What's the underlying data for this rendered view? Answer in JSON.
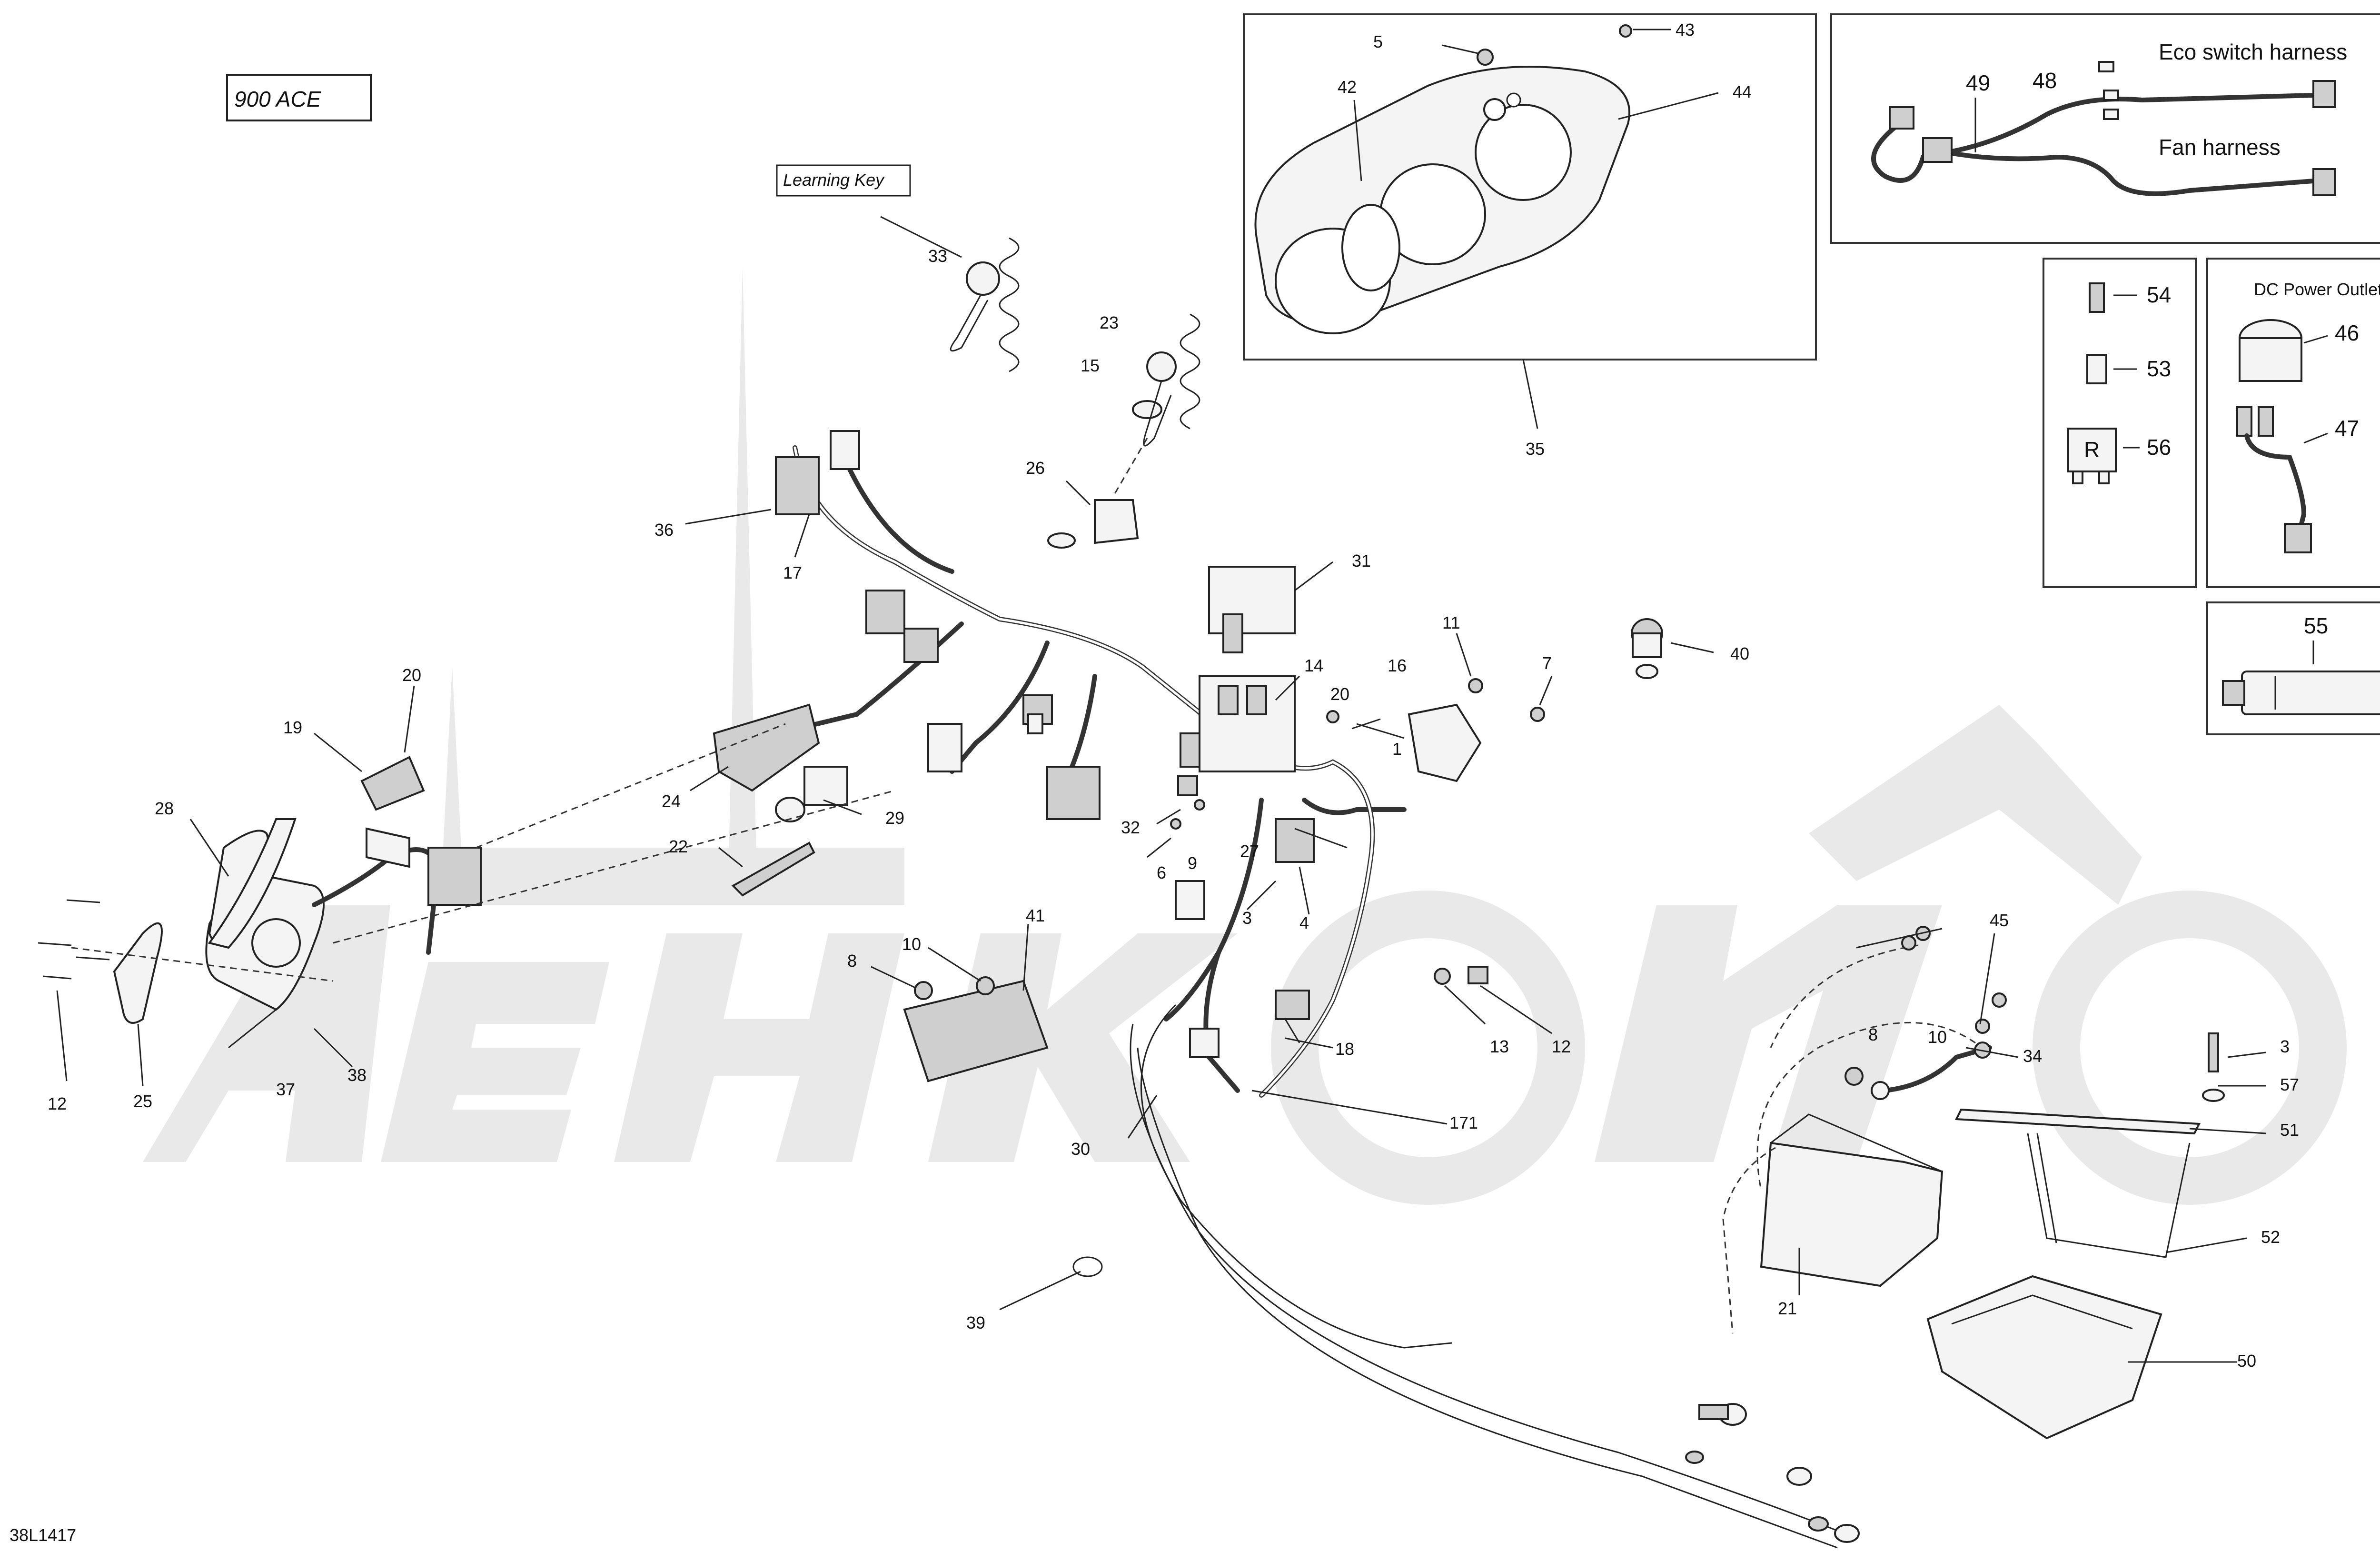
{
  "diagram": {
    "model_label": "900 ACE",
    "learning_key_label": "Learning Key",
    "drawing_number": "38L1417",
    "insets": {
      "gauge_ref": "35",
      "harness_eco": "Eco switch harness",
      "harness_fan": "Fan harness",
      "harness_ref_a": "49",
      "harness_ref_b": "48",
      "fuse_refs": [
        "54",
        "53",
        "56"
      ],
      "relay_letter": "R",
      "dc_title": "DC Power Outlet",
      "dc_refs": [
        "46",
        "47"
      ],
      "grease_ref": "55"
    },
    "callouts": [
      "5",
      "43",
      "42",
      "44",
      "33",
      "23",
      "15",
      "26",
      "36",
      "17",
      "31",
      "11",
      "7",
      "14",
      "20",
      "16",
      "1",
      "40",
      "20",
      "19",
      "28",
      "24",
      "29",
      "22",
      "32",
      "9",
      "6",
      "27",
      "3",
      "4",
      "8",
      "10",
      "41",
      "45",
      "13",
      "12",
      "18",
      "171",
      "30",
      "8",
      "10",
      "34",
      "3",
      "57",
      "51",
      "52",
      "21",
      "50",
      "39",
      "12",
      "25",
      "37",
      "38"
    ]
  },
  "colors": {
    "line": "#222222",
    "watermark": "#e9e9e9",
    "background": "#ffffff"
  }
}
